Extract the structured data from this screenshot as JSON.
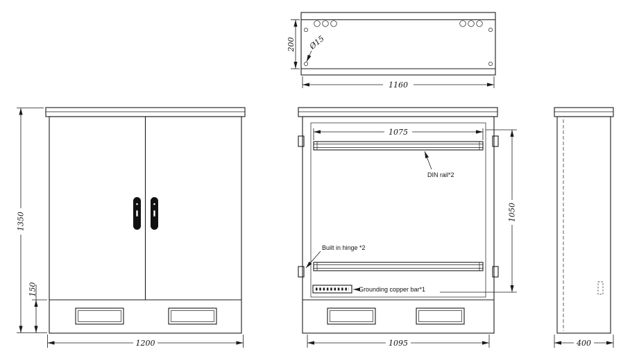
{
  "drawing": {
    "colors": {
      "line": "#1a1a1a",
      "background": "#ffffff",
      "handle": "#111111"
    },
    "top_view": {
      "width": "1160",
      "depth": "200",
      "hole_diameter": "Ø15"
    },
    "front_view": {
      "height": "1350",
      "plinth_height": "150",
      "width": "1200"
    },
    "internal_view": {
      "din_rail_width": "1075",
      "rail_span_height": "1050",
      "inner_width": "1095",
      "din_rail_label": "DIN rail*2",
      "hinge_label": "Built in hinge *2",
      "grounding_label": "Grounding copper bar*1"
    },
    "side_view": {
      "depth": "400"
    }
  }
}
